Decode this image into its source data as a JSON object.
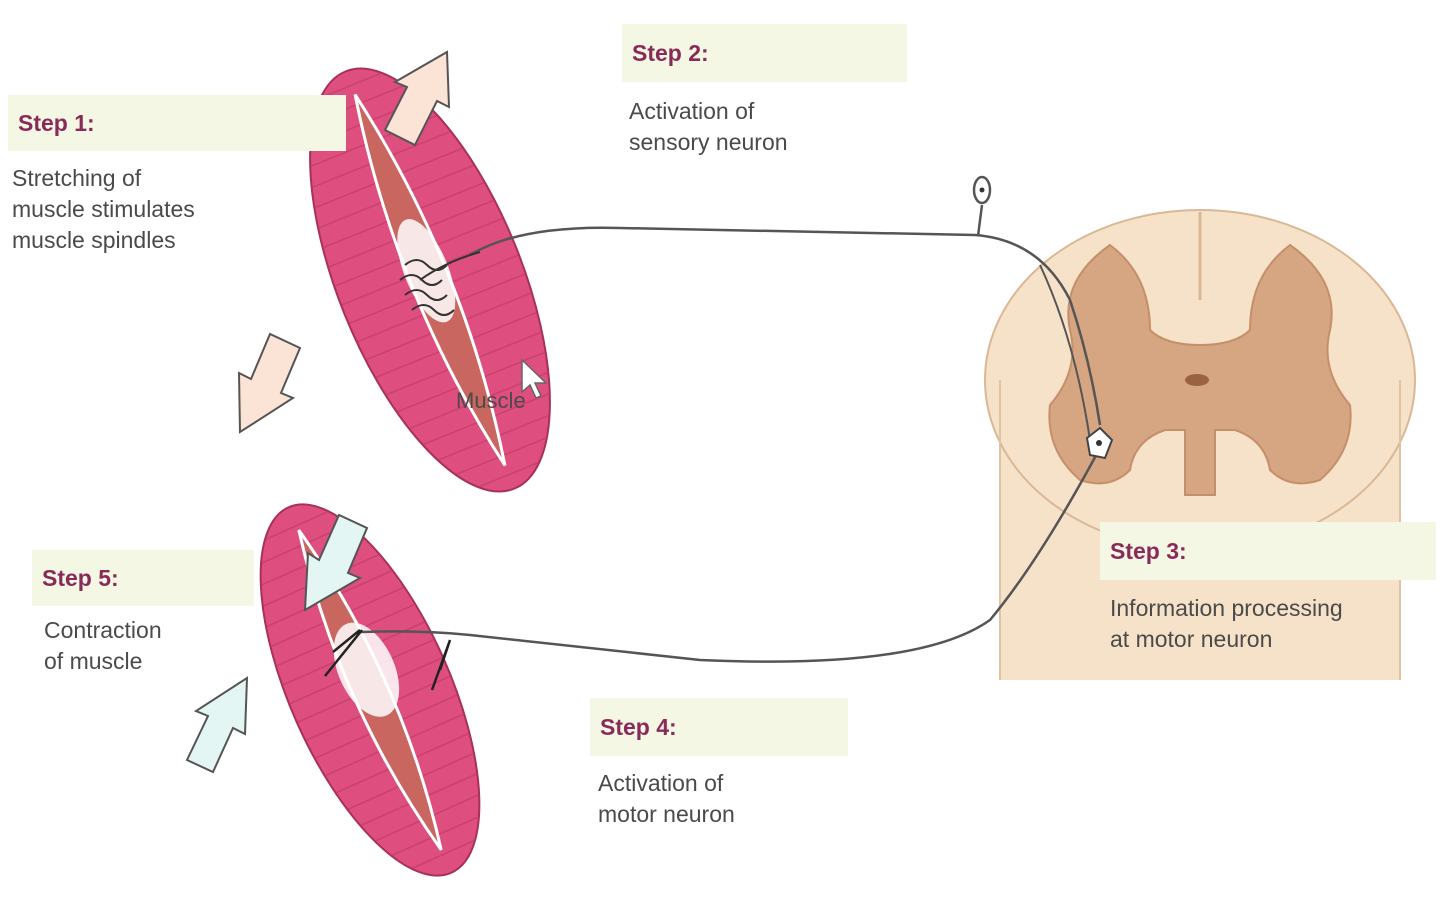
{
  "steps": [
    {
      "id": "1",
      "title": "Step 1:",
      "desc": "Stretching of\nmuscle stimulates\nmuscle spindles"
    },
    {
      "id": "2",
      "title": "Step 2:",
      "desc": "Activation of\nsensory neuron"
    },
    {
      "id": "3",
      "title": "Step 3:",
      "desc": "Information processing\nat motor neuron"
    },
    {
      "id": "4",
      "title": "Step 4:",
      "desc": "Activation of\nmotor neuron"
    },
    {
      "id": "5",
      "title": "Step 5:",
      "desc": "Contraction\nof muscle"
    }
  ],
  "labels": {
    "muscle": "Muscle"
  },
  "colors": {
    "muscle_outer": "#de4f80",
    "muscle_inner": "#c8665f",
    "spinal_white": "#f6e2c9",
    "spinal_gray": "#d6a582",
    "stretch_arrow": "#fbe3d6",
    "contract_arrow": "#e3f6f4",
    "title_bg": "#f3f7e3",
    "title_text": "#8a2a5a"
  }
}
